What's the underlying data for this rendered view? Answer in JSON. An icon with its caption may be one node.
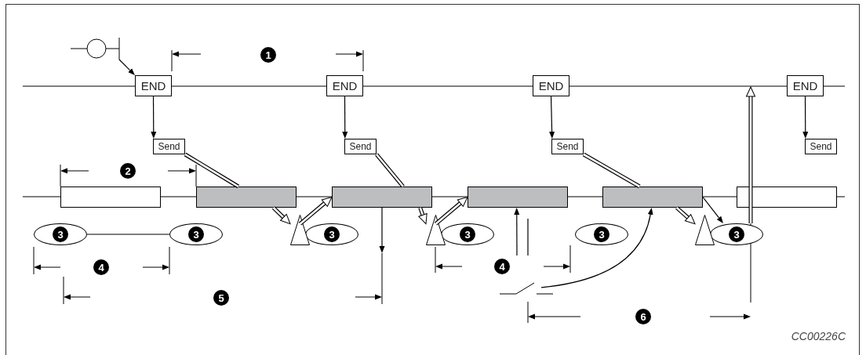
{
  "diagram": {
    "nodes": [
      {
        "text": [],
        "shape": "picture"
      },
      {
        "text": [
          "END"
        ]
      },
      {
        "text": [
          "END"
        ]
      },
      {
        "text": [
          "END"
        ]
      },
      {
        "text": [
          "END"
        ]
      },
      {
        "text": [
          "Send"
        ]
      },
      {
        "text": [
          "Send"
        ]
      },
      {
        "text": [
          "Send"
        ]
      },
      {
        "text": [
          "Send"
        ]
      },
      {
        "text": [],
        "shape": "bar"
      },
      {
        "text": [],
        "shape": "bar"
      },
      {
        "text": [],
        "shape": "bar"
      },
      {
        "text": [],
        "shape": "bar"
      },
      {
        "text": [],
        "shape": "bar"
      },
      {
        "text": [],
        "shape": "bar"
      },
      {
        "text": [
          "3"
        ]
      },
      {
        "text": [
          "3"
        ]
      },
      {
        "text": [
          "3"
        ]
      },
      {
        "text": [
          "3"
        ]
      },
      {
        "text": [
          "3"
        ]
      },
      {
        "text": [
          "3"
        ]
      },
      {
        "text": [],
        "shape": "triangle"
      },
      {
        "text": [],
        "shape": "triangle"
      },
      {
        "text": [],
        "shape": "triangle"
      },
      {
        "text": [],
        "shape": "picture"
      }
    ],
    "edges": [
      {
        "from": 0,
        "to": 1,
        "arrow": "to"
      },
      {
        "from": 1,
        "to": 5,
        "arrow": "to"
      },
      {
        "from": 2,
        "to": 6,
        "arrow": "to"
      },
      {
        "from": 3,
        "to": 7,
        "arrow": "to"
      },
      {
        "from": 4,
        "to": 8,
        "arrow": "to"
      },
      {
        "from": 5,
        "to": 10,
        "arrow": "none",
        "style": "thick"
      },
      {
        "from": 10,
        "to": 21,
        "arrow": "to",
        "style": "thick"
      },
      {
        "from": 21,
        "to": 11,
        "arrow": "to",
        "style": "thick"
      },
      {
        "from": 6,
        "to": 11,
        "arrow": "none",
        "style": "thick"
      },
      {
        "from": 11,
        "to": 22,
        "arrow": "to",
        "style": "thick"
      },
      {
        "from": 22,
        "to": 12,
        "arrow": "to",
        "style": "thick"
      },
      {
        "from": 7,
        "to": 13,
        "arrow": "none",
        "style": "thick"
      },
      {
        "from": 13,
        "to": 23,
        "arrow": "to",
        "style": "thick"
      },
      {
        "from": 13,
        "to": 20,
        "arrow": "to"
      },
      {
        "from": 15,
        "to": 16,
        "arrow": "none"
      },
      {
        "from": 11,
        "to": null,
        "arrow": "to"
      },
      {
        "from": null,
        "to": 12,
        "arrow": "to"
      },
      {
        "from": 24,
        "to": 13,
        "arrow": "to"
      },
      {
        "from": 20,
        "to": null,
        "arrow": "to",
        "style": "thick"
      }
    ],
    "labels": [
      "1",
      "2",
      "4",
      "4",
      "5",
      "6",
      "CC00226C"
    ]
  }
}
